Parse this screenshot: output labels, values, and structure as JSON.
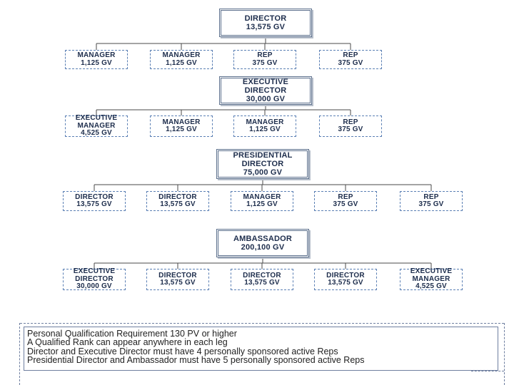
{
  "colors": {
    "line": "#4a4a4a",
    "text": "#1d2d4c",
    "root_border": "#5b6f8c",
    "leaf_border": "#5a7fb4"
  },
  "charts": [
    {
      "root": [
        "DIRECTOR",
        "13,575 GV"
      ],
      "legs": [
        [
          "MANAGER",
          "1,125 GV"
        ],
        [
          "MANAGER",
          "1,125 GV"
        ],
        [
          "REP",
          "375 GV"
        ],
        [
          "REP",
          "375 GV"
        ]
      ]
    },
    {
      "root": [
        "EXECUTIVE",
        "DIRECTOR",
        "30,000 GV"
      ],
      "legs": [
        [
          "EXECUTIVE",
          "MANAGER",
          "4,525 GV"
        ],
        [
          "MANAGER",
          "1,125 GV"
        ],
        [
          "MANAGER",
          "1,125 GV"
        ],
        [
          "REP",
          "375 GV"
        ]
      ]
    },
    {
      "root": [
        "PRESIDENTIAL",
        "DIRECTOR",
        "75,000 GV"
      ],
      "legs": [
        [
          "DIRECTOR",
          "13,575 GV"
        ],
        [
          "DIRECTOR",
          "13,575 GV"
        ],
        [
          "MANAGER",
          "1,125 GV"
        ],
        [
          "REP",
          "375 GV"
        ],
        [
          "REP",
          "375 GV"
        ]
      ]
    },
    {
      "root": [
        "AMBASSADOR",
        "200,100 GV"
      ],
      "legs": [
        [
          "EXECUTIVE",
          "DIRECTOR",
          "30,000 GV"
        ],
        [
          "DIRECTOR",
          "13,575 GV"
        ],
        [
          "DIRECTOR",
          "13,575 GV"
        ],
        [
          "DIRECTOR",
          "13,575 GV"
        ],
        [
          "EXECUTIVE",
          "MANAGER",
          "4,525 GV"
        ]
      ]
    }
  ],
  "notes": [
    "Personal Qualification Requirement 130 PV or higher",
    "A Qualified Rank can appear anywhere in each leg",
    "Director and Executive Director must have 4 personally sponsored active Reps",
    "Presidential Director and Ambassador must have 5 personally sponsored active Reps"
  ]
}
